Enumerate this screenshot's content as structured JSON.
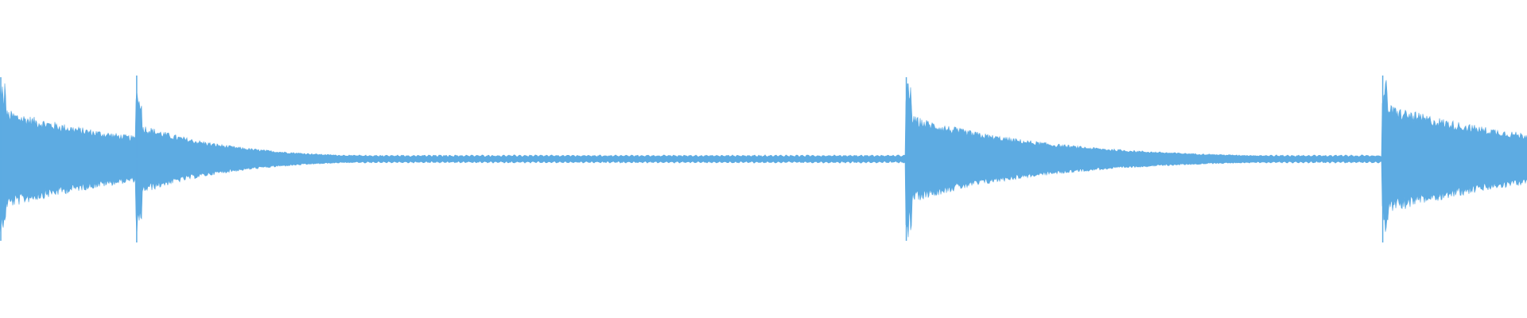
{
  "waveform": {
    "color": "#5dabe2",
    "background": "#ffffff",
    "events": [
      {
        "onset": 0.0,
        "peak": 0.98,
        "sustain": 0.62,
        "decay": 0.11
      },
      {
        "onset": 0.089,
        "peak": 1.0,
        "sustain": 0.45,
        "decay": 0.06
      },
      {
        "onset": 0.593,
        "peak": 0.98,
        "sustain": 0.55,
        "decay": 0.09
      },
      {
        "onset": 0.905,
        "peak": 1.0,
        "sustain": 0.68,
        "decay": 0.12
      }
    ],
    "tail_level": 0.05
  }
}
